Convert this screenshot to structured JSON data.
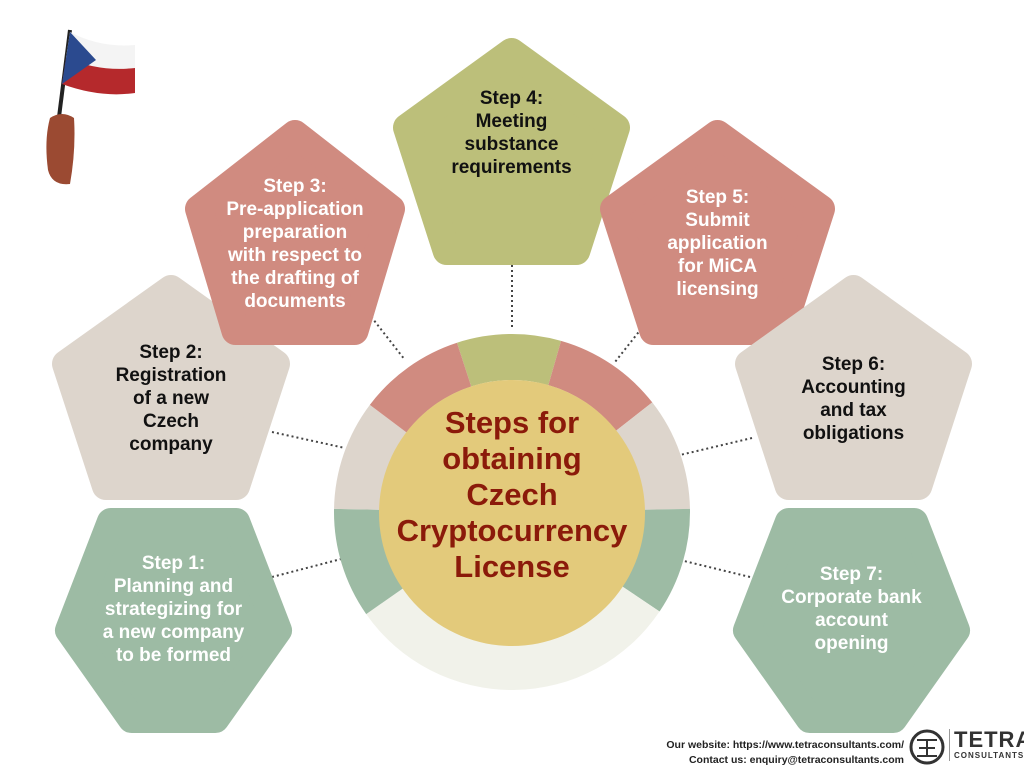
{
  "title": [
    "Steps for",
    "obtaining",
    "Czech",
    "Cryptocurrency",
    "License"
  ],
  "steps": [
    {
      "label": "Step 1:",
      "text": [
        "Planning and",
        "strategizing for",
        "a new company",
        "to be formed"
      ]
    },
    {
      "label": "Step 2:",
      "text": [
        "Registration",
        "of a new",
        "Czech",
        "company"
      ]
    },
    {
      "label": "Step 3:",
      "text": [
        "Pre-application",
        "preparation",
        "with respect to",
        "the drafting of",
        "documents"
      ]
    },
    {
      "label": "Step 4:",
      "text": [
        "Meeting",
        "substance",
        "requirements"
      ]
    },
    {
      "label": "Step 5:",
      "text": [
        "Submit",
        "application",
        "for MiCA",
        "licensing"
      ]
    },
    {
      "label": "Step 6:",
      "text": [
        "Accounting",
        "and tax",
        "obligations"
      ]
    },
    {
      "label": "Step 7:",
      "text": [
        "Corporate bank",
        "account",
        "opening"
      ]
    }
  ],
  "footer": {
    "website": "Our website: https://www.tetraconsultants.com/",
    "contact": "Contact us: enquiry@tetraconsultants.com"
  },
  "logo": {
    "name": "TETRA",
    "sub": "CONSULTANTS"
  },
  "colors": {
    "red": "#d08b80",
    "olive": "#bcbf7a",
    "beige": "#ddd5cc",
    "green": "#9dbba4",
    "center": "#e3ca7b",
    "title": "#8b1a0a"
  }
}
